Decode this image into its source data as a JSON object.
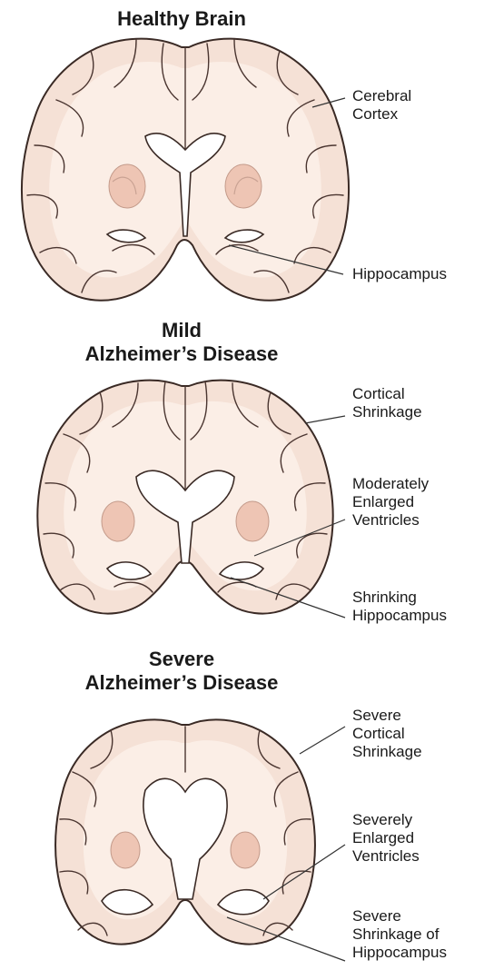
{
  "panels": [
    {
      "title": "Healthy Brain",
      "labels": [
        "Cerebral\nCortex",
        "Hippocampus"
      ]
    },
    {
      "title": "Mild\nAlzheimer’s Disease",
      "labels": [
        "Cortical\nShrinkage",
        "Moderately\nEnlarged\nVentricles",
        "Shrinking\nHippocampus"
      ]
    },
    {
      "title": "Severe\nAlzheimer’s Disease",
      "labels": [
        "Severe\nCortical\nShrinkage",
        "Severely\nEnlarged\nVentricles",
        "Severe\nShrinkage of\nHippocampus"
      ]
    }
  ]
}
